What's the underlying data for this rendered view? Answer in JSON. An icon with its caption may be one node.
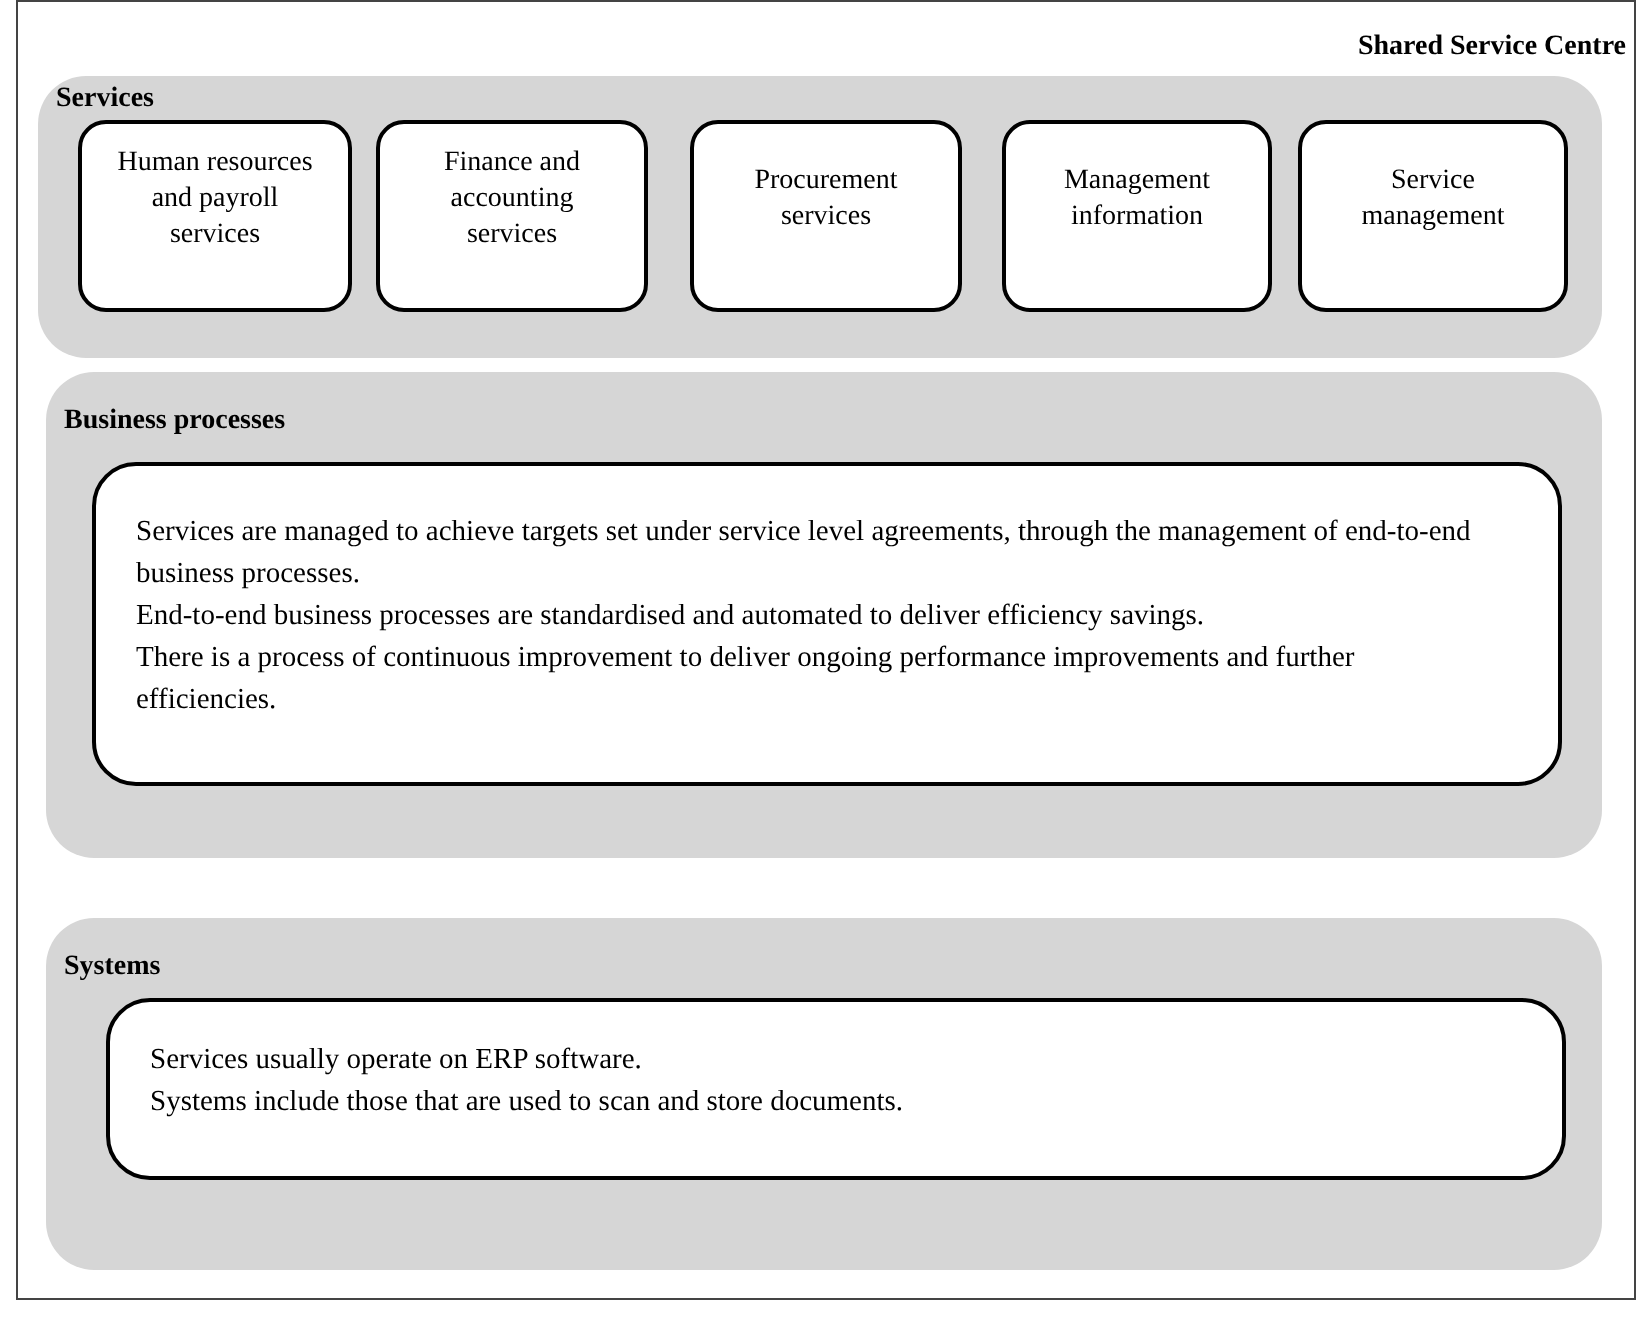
{
  "diagram": {
    "nodes": [
      {
        "text": [
          "Shared Service Centre"
        ]
      },
      {
        "text": [
          "Services"
        ],
        "in": 0
      },
      {
        "text": [
          "Human resources and payroll services"
        ],
        "in": 1
      },
      {
        "text": [
          "Finance and accounting services"
        ],
        "in": 1
      },
      {
        "text": [
          "Procurement services"
        ],
        "in": 1
      },
      {
        "text": [
          "Management information"
        ],
        "in": 1
      },
      {
        "text": [
          "Service management"
        ],
        "in": 1
      },
      {
        "text": [
          "Business processes"
        ],
        "in": 0
      },
      {
        "text": [
          "Services are managed to achieve targets set under service level agreements, through the management of end-to-end business processes.",
          "End-to-end business processes are standardised and automated to deliver efficiency savings.",
          "There is a process of continuous improvement to deliver ongoing performance improvements and further efficiencies."
        ],
        "in": 7
      },
      {
        "text": [
          "Systems"
        ],
        "in": 0
      },
      {
        "text": [
          "Services usually operate on ERP software.",
          "Systems include those that are used to scan and store documents."
        ],
        "in": 9
      }
    ]
  }
}
